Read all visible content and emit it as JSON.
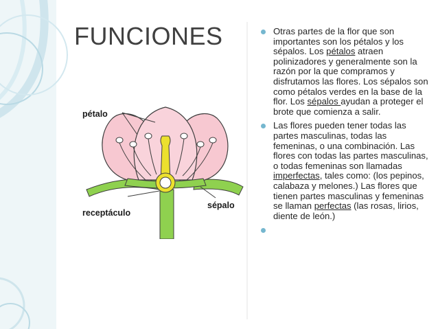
{
  "slide": {
    "title": "FUNCIONES",
    "colors": {
      "accent": "#75b7cf",
      "title_text": "#404040",
      "body_text": "#262626",
      "petal": "#f7c8d1",
      "stem": "#8fd14f",
      "pistil": "#ece02e"
    }
  },
  "diagram": {
    "labels": {
      "petal": "pétalo",
      "receptacle": "receptáculo",
      "sepal": "sépalo"
    }
  },
  "bullets": [
    {
      "parts": [
        {
          "text": "Otras partes de la flor que son importantes son los pétalos y los sépalos. Los "
        },
        {
          "text": "pétalos",
          "underline": true
        },
        {
          "text": " atraen polinizadores y generalmente son la razón por la que compramos y disfrutamos las flores. Los sépalos son como pétalos verdes en la base de la flor. Los "
        },
        {
          "text": "sépalos ",
          "underline": true
        },
        {
          "text": " ayudan a proteger el brote que comienza a salir."
        }
      ]
    },
    {
      "parts": [
        {
          "text": "Las flores pueden tener todas las partes masculinas, todas las femeninas, o una combinación. Las flores con todas las partes masculinas, o todas femeninas son llamadas "
        },
        {
          "text": "imperfectas",
          "underline": true
        },
        {
          "text": ", tales como: (los pepinos, calabaza y melones.) Las flores que tienen partes masculinas y femeninas se llaman "
        },
        {
          "text": "perfectas",
          "underline": true
        },
        {
          "text": " (las rosas, lirios, diente de león.)"
        }
      ]
    },
    {
      "parts": [
        {
          "text": ""
        }
      ]
    }
  ]
}
